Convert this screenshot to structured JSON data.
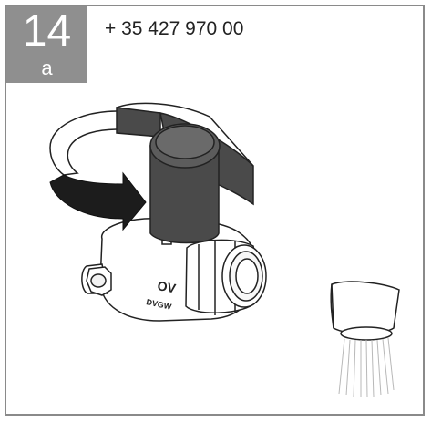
{
  "step": {
    "number": "14",
    "letter": "a"
  },
  "phone": "+ 35 427 970 00",
  "valve_markings": {
    "top": "OV",
    "bottom": "DVGW"
  },
  "colors": {
    "badge": "#8f8f8f",
    "handle": "#4a4a4a",
    "handle_top": "#5c5c5c",
    "arrow": "#1c1c1c",
    "line": "#222222"
  }
}
